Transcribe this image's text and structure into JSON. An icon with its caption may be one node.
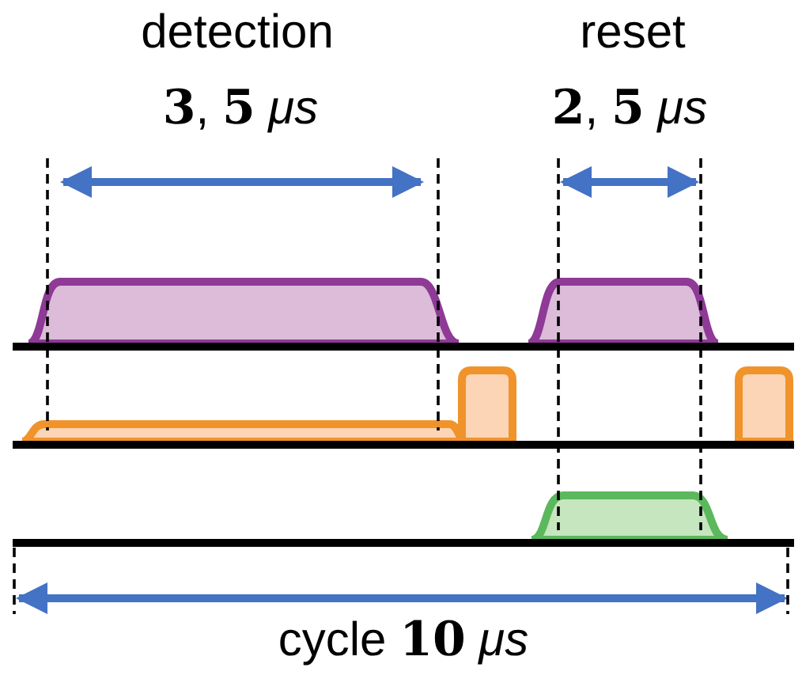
{
  "diagram": {
    "labels": [
      "detection",
      "reset",
      "**3**, **5** *μs*",
      "**2**, **5** *μs*",
      "cycle **10** *μs*"
    ]
  }
}
